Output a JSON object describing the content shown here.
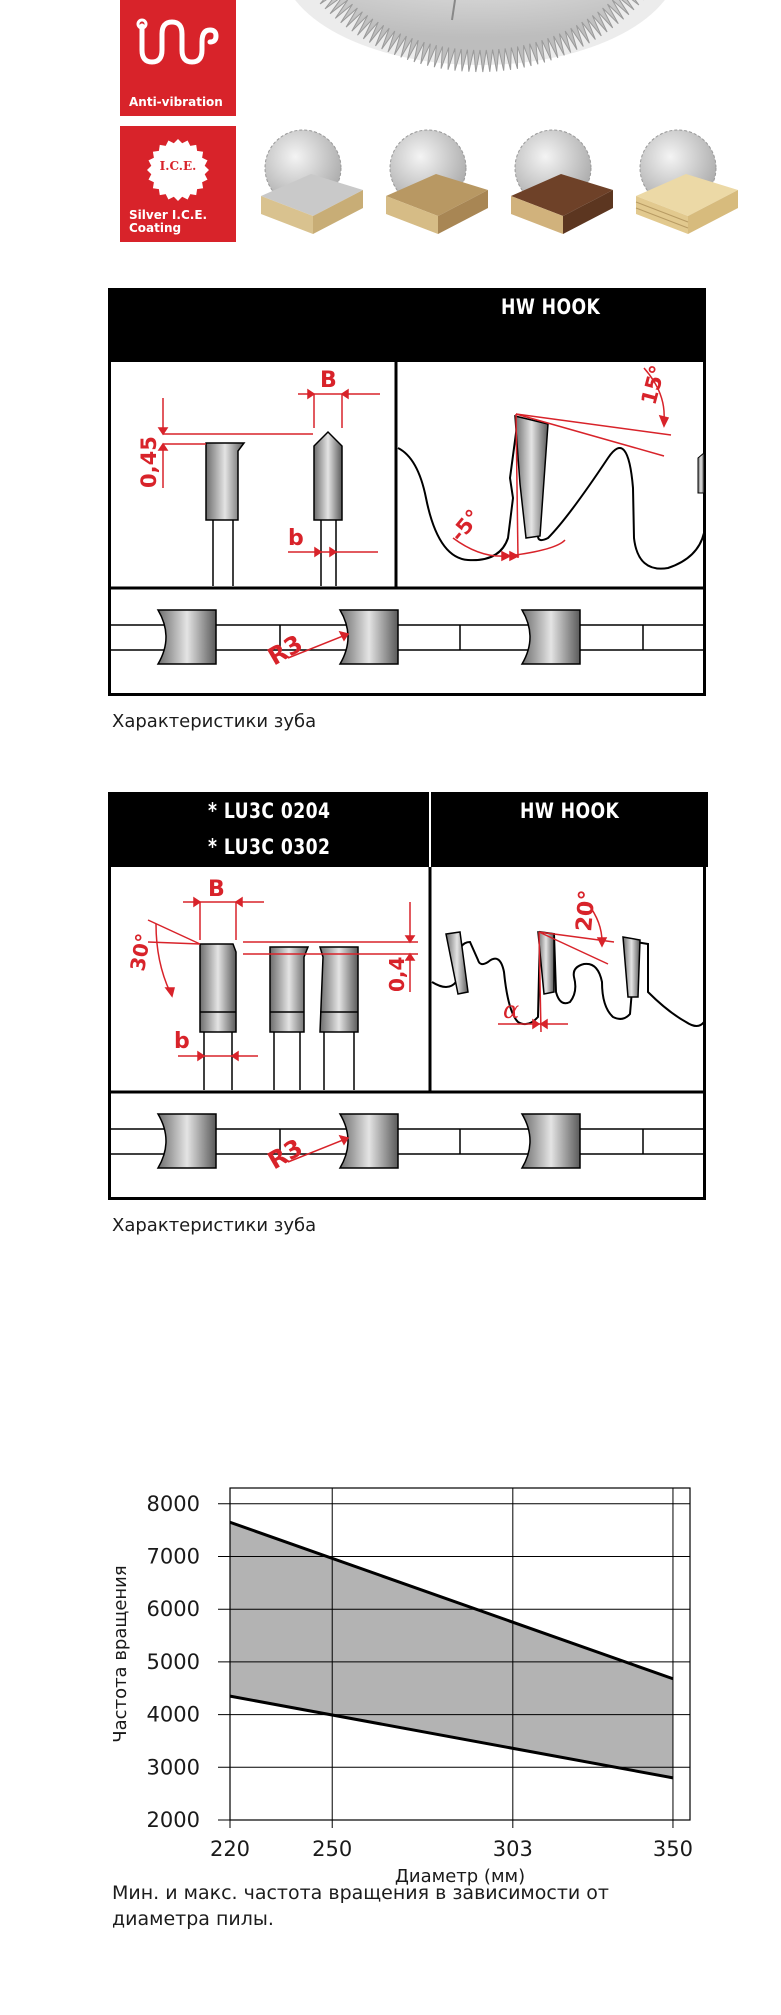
{
  "badges": [
    {
      "label": "Anti-vibration",
      "icon": "wave-icon"
    },
    {
      "label_line1": "Silver I.C.E.",
      "label_line2": "Coating",
      "icon_text": "I.C.E.",
      "icon": "ice-seal-icon"
    }
  ],
  "diagram1": {
    "header": "HW  HOOK",
    "dim_b_upper": "B",
    "dim_045": "0,45",
    "dim_b_lower": "b",
    "angle_15": "15°",
    "angle_minus5": "-5°",
    "radius": "R3",
    "caption": "Характеристики зуба"
  },
  "diagram2": {
    "codes": [
      "* LU3C 0204",
      "* LU3C 0302"
    ],
    "header": "HW  HOOK",
    "dim_b_upper": "B",
    "angle_30": "30°",
    "dim_04": "0,4",
    "dim_b_lower": "b",
    "angle_20": "20°",
    "alpha": "α",
    "radius": "R3",
    "caption": "Характеристики зуба"
  },
  "chart_data": {
    "type": "area",
    "title": "",
    "xlabel": "Диаметр (мм)",
    "ylabel": "Частота вращения",
    "x_ticks": [
      220,
      250,
      303,
      350
    ],
    "y_ticks": [
      2000,
      3000,
      4000,
      5000,
      6000,
      7000,
      8000
    ],
    "xlim": [
      220,
      355
    ],
    "ylim": [
      2000,
      8300
    ],
    "series": [
      {
        "x": [
          220,
          350
        ],
        "values": [
          7650,
          4680
        ]
      },
      {
        "x": [
          220,
          350
        ],
        "values": [
          4350,
          2800
        ]
      }
    ],
    "fill_color": "#b3b3b3",
    "grid": true
  },
  "chart_caption": "Мин. и макс. частота вращения в зависимости от диаметра пилы.",
  "colors": {
    "brand_red": "#d8232a",
    "diagram_black": "#000000"
  }
}
